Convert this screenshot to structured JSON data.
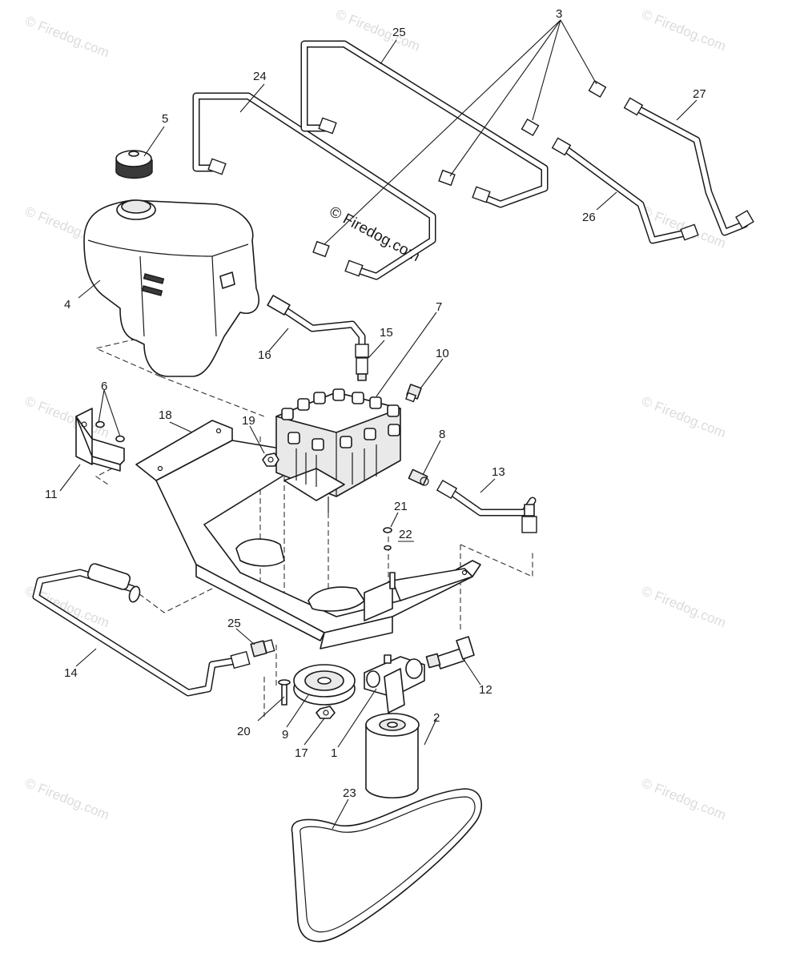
{
  "watermark": {
    "repeat_text": "© Firedog.com",
    "center_text": "© Firedog.com"
  },
  "callouts": [
    "1",
    "2",
    "3",
    "4",
    "5",
    "6",
    "7",
    "8",
    "9",
    "10",
    "11",
    "12",
    "13",
    "14",
    "15",
    "16",
    "17",
    "18",
    "19",
    "20",
    "21",
    "22",
    "23",
    "24",
    "25",
    "25",
    "26",
    "27"
  ]
}
